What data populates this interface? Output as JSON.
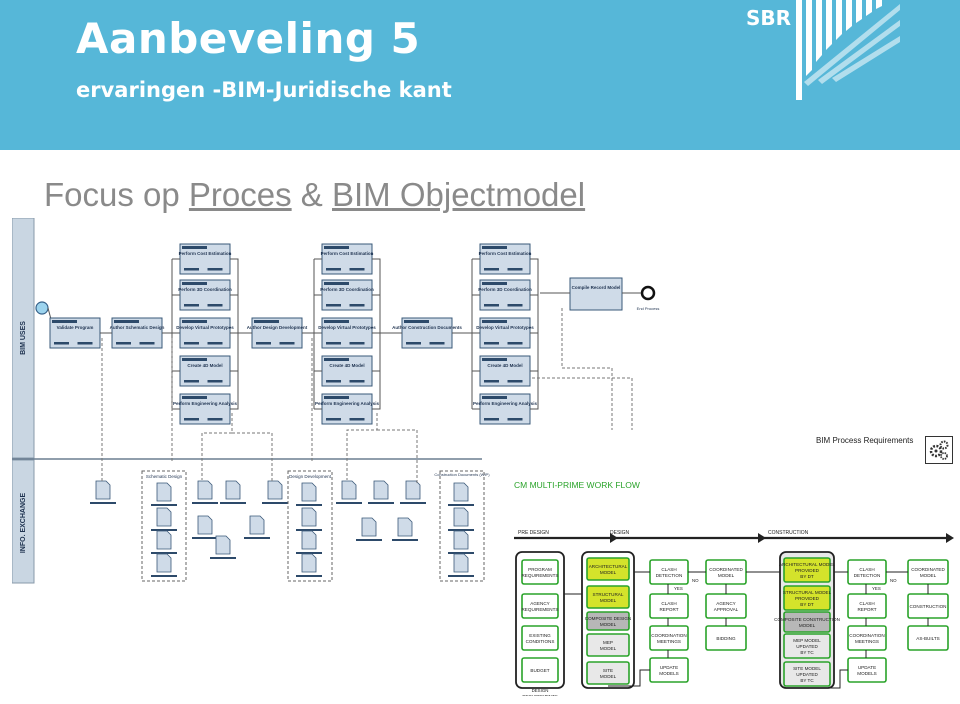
{
  "header": {
    "title": "Aanbeveling 5",
    "subtitle": "ervaringen -BIM-Juridische kant",
    "logo": "SBR",
    "background": "#56b7d8"
  },
  "focus": {
    "prefix": "Focus op ",
    "link1": "Proces",
    "middle": " & ",
    "link2": "BIM Objectmodel"
  },
  "bim_process_map": {
    "lanes": [
      "BIM USES",
      "INFO. EXCHANGE"
    ],
    "main_row": [
      "Validate Program",
      "Author Schematic Design",
      "Author Design Development",
      "Author Construction Documents"
    ],
    "column_tasks": [
      "Perform Cost Estimation",
      "Perform 3D Coordination",
      "Develop Virtual Prototypes",
      "Create 4D Model",
      "Perform Engineering Analysis"
    ],
    "record_task": "Compile Record Model",
    "end_label": "End Process",
    "exchange_groups": [
      "Schematic Design",
      "Design Development",
      "Construction Documents (WIP)"
    ]
  },
  "workflow": {
    "requirements_label": "BIM Process Requirements",
    "gear_icon": "gears-icon",
    "title": "CM MULTI-PRIME WORK FLOW",
    "accent": "#2aa32a",
    "highlight": "#d4e32b",
    "phases": [
      "PRE DESIGN",
      "DESIGN",
      "CONSTRUCTION"
    ],
    "pre_design": [
      "PROGRAM REQUIREMENTS",
      "AGENCY REQUIREMENTS",
      "EXISTING CONDITIONS",
      "BUDGET"
    ],
    "pre_design_footer": "DESIGN REQUIREMENTS",
    "design_models": [
      "ARCHITECTURAL MODEL",
      "STRUCTURAL MODEL",
      "COMPOSITE DESIGN MODEL",
      "MEP MODEL",
      "SITE MODEL"
    ],
    "design_checks": [
      "CLASH DETECTION",
      "CLASH REPORT",
      "COORDINATION MEETINGS",
      "UPDATE MODELS"
    ],
    "design_approval": [
      "COORDINATED MODEL",
      "AGENCY APPROVAL",
      "BIDDING"
    ],
    "construction_models": [
      "ARCHITECTURAL MODEL PROVIDED BY DT",
      "STRUCTURAL MODEL PROVIDED BY DT",
      "COMPOSITE CONSTRUCTION MODEL",
      "MEP MODEL UPDATED BY TC",
      "SITE MODEL UPDATED BY TC"
    ],
    "construction_checks": [
      "CLASH DETECTION",
      "CLASH REPORT",
      "COORDINATION MEETINGS",
      "UPDATE MODELS"
    ],
    "construction_final": [
      "COORDINATED MODEL",
      "CONSTRUCTION",
      "AS-BUILTS"
    ],
    "yes": "YES",
    "no": "NO"
  }
}
